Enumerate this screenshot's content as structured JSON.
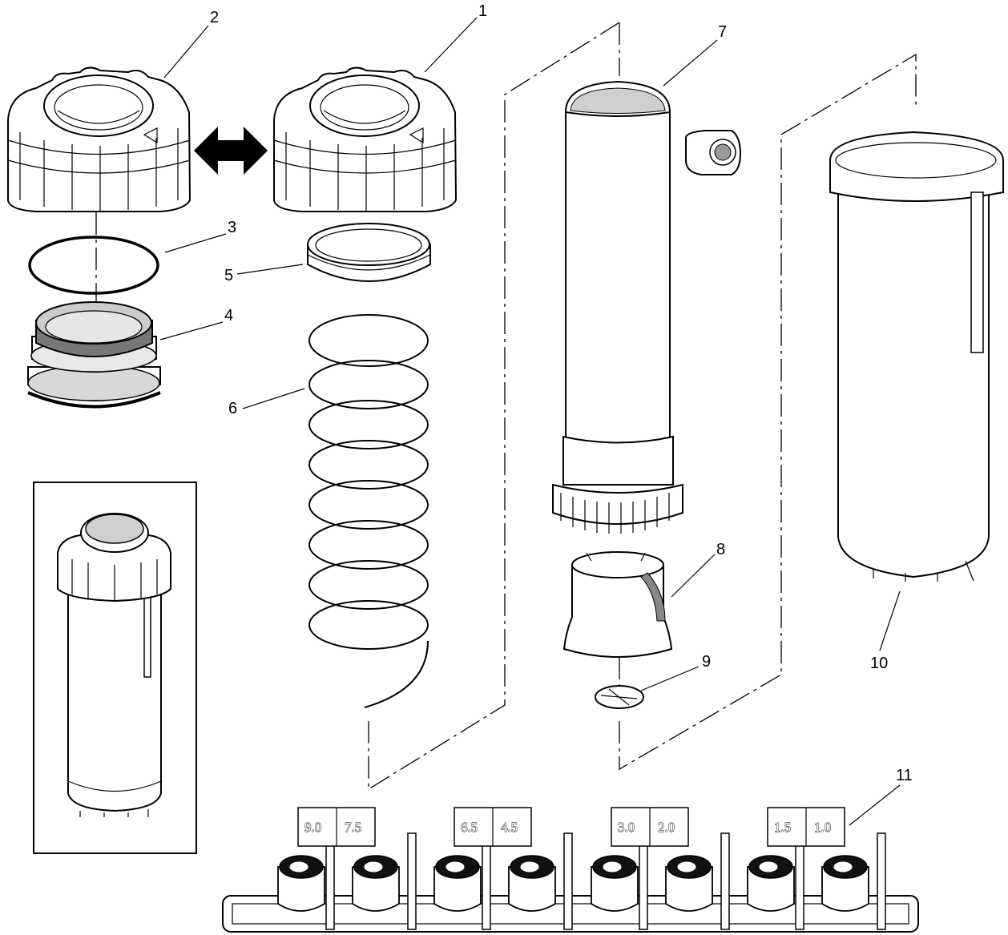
{
  "callouts": {
    "c1": "1",
    "c2": "2",
    "c3": "3",
    "c4": "4",
    "c5": "5",
    "c6": "6",
    "c7": "7",
    "c8": "8",
    "c9": "9",
    "c10": "10",
    "c11": "11"
  },
  "nozzle_labels": [
    "9.0",
    "7.5",
    "6.5",
    "4.5",
    "3.0",
    "2.0",
    "1.5",
    "1.0"
  ]
}
